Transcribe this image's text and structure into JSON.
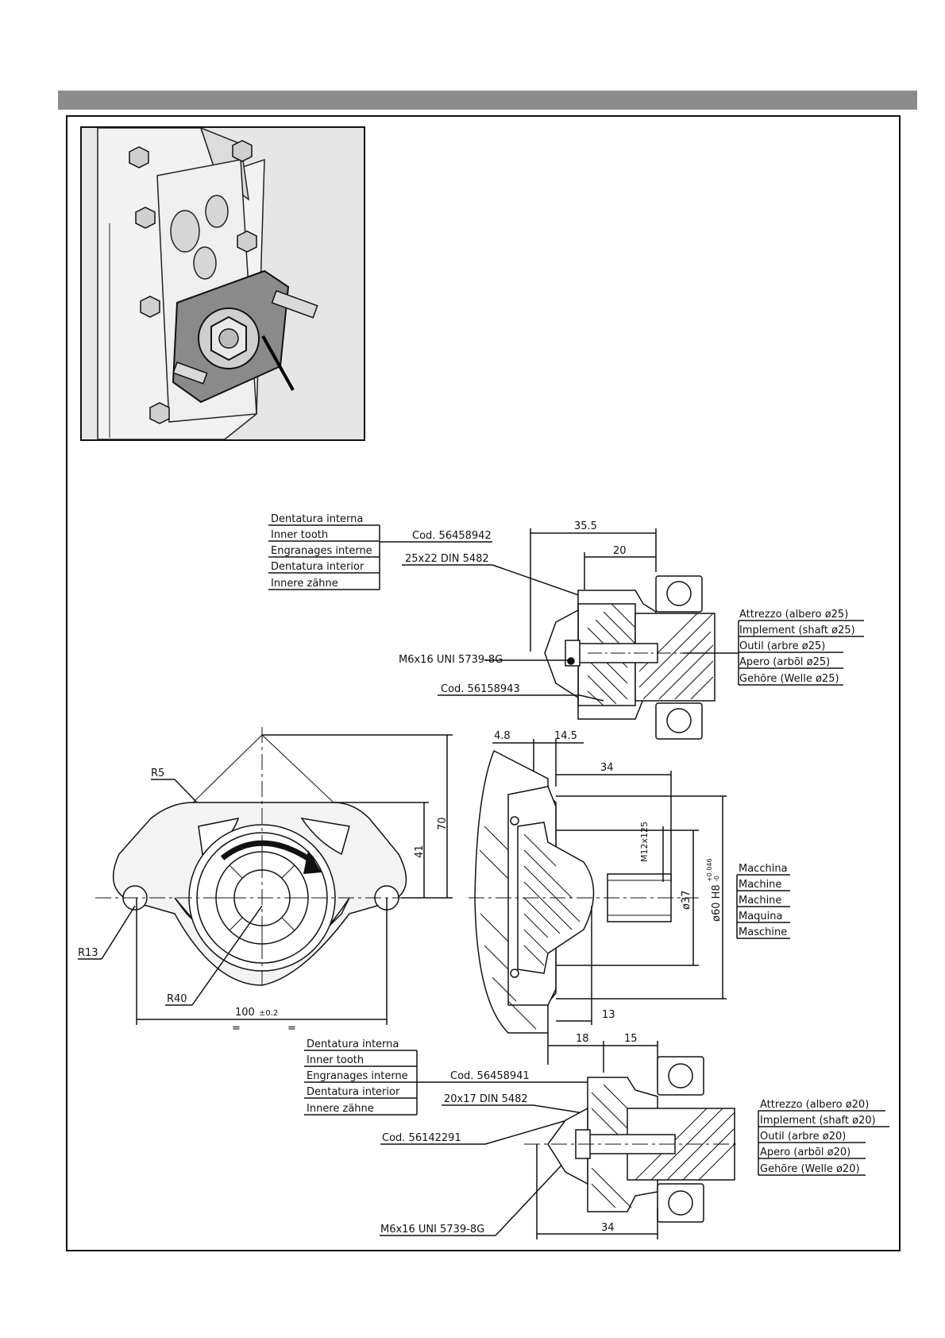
{
  "top": {
    "labels": [
      "Dentatura interna",
      "Inner tooth",
      "Engranages interne",
      "Dentatura interior",
      "Innere zähne"
    ],
    "code_main": "Cod. 56458942",
    "din": "25x22 DIN 5482",
    "screw": "M6x16 UNI 5739-8G",
    "code_small": "Cod. 56158943",
    "dim_35_5": "35.5",
    "dim_20": "20",
    "implement": [
      "Attrezzo (albero ø25)",
      "Implement (shaft ø25)",
      "Outil (arbre ø25)",
      "Apero (arbõl ø25)",
      "Gehõre (Welle ø25)"
    ]
  },
  "flange": {
    "r5": "R5",
    "r13": "R13",
    "r40": "R40",
    "dim_70": "70",
    "dim_41": "41",
    "dim_100": "100",
    "tol_100": "±0.2",
    "eq1": "=",
    "eq2": "="
  },
  "side": {
    "dim_4_8": "4.8",
    "dim_14_5": "14.5",
    "dim_34": "34",
    "thread": "M12x125",
    "d37": "ø37",
    "d60": "ø60 H8",
    "tol_up": "+0.046",
    "tol_lo": "-0",
    "dim_13": "13",
    "machine": [
      "Macchina",
      "Machine",
      "Machine",
      "Maquina",
      "Maschine"
    ]
  },
  "bottom": {
    "dim_18": "18",
    "dim_15": "15",
    "labels": [
      "Dentatura interna",
      "Inner tooth",
      "Engranages interne",
      "Dentatura interior",
      "Innere zähne"
    ],
    "code_main": "Cod. 56458941",
    "din": "20x17 DIN 5482",
    "code_small": "Cod. 56142291",
    "screw": "M6x16 UNI 5739-8G",
    "dim_34": "34",
    "implement": [
      "Attrezzo (albero ø20)",
      "Implement (shaft ø20)",
      "Outil (arbre ø20)",
      "Apero (arbõl ø20)",
      "Gehõre (Welle ø20)"
    ]
  }
}
